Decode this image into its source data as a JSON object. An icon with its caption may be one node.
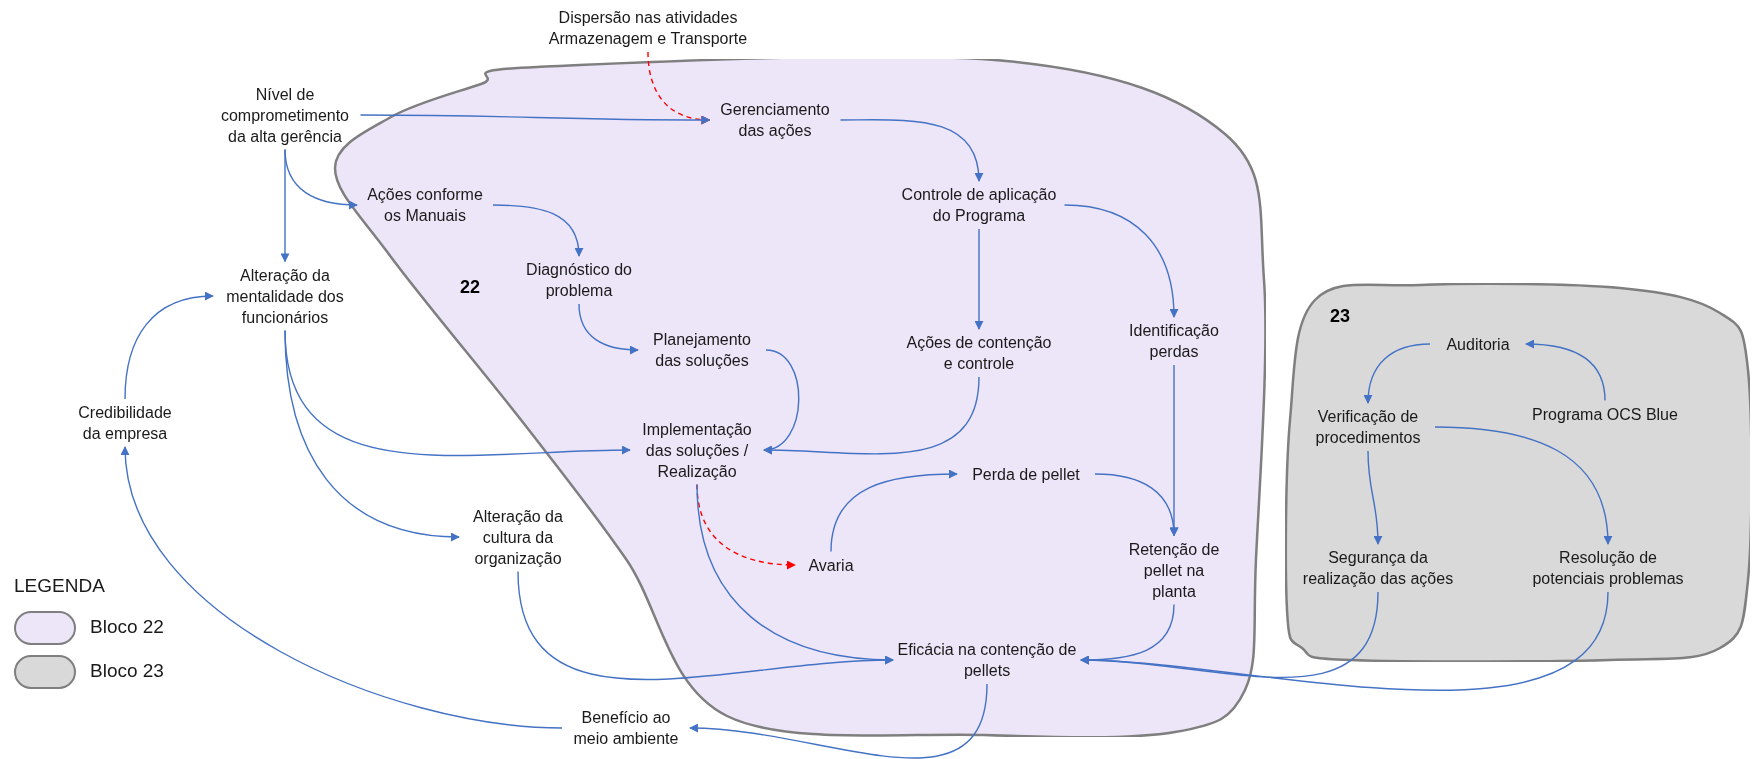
{
  "diagram": {
    "nodes": [
      {
        "text": [
          "Dispersão nas atividades Armazenagem e Transporte"
        ]
      },
      {
        "text": [
          "Nível de comprometimento da alta gerência"
        ]
      },
      {
        "text": [
          "22"
        ]
      },
      {
        "text": [
          "Gerenciamento das ações"
        ],
        "in": 2
      },
      {
        "text": [
          "Ações conforme os Manuais"
        ],
        "in": 2
      },
      {
        "text": [
          "Controle de aplicação do Programa"
        ],
        "in": 2
      },
      {
        "text": [
          "Diagnóstico do problema"
        ],
        "in": 2
      },
      {
        "text": [
          "Alteração da mentalidade dos funcionários"
        ]
      },
      {
        "text": [
          "Planejamento das soluções"
        ],
        "in": 2
      },
      {
        "text": [
          "Ações de contenção e controle"
        ],
        "in": 2
      },
      {
        "text": [
          "Identificação perdas"
        ],
        "in": 2
      },
      {
        "text": [
          "23"
        ]
      },
      {
        "text": [
          "Auditoria"
        ],
        "in": 11
      },
      {
        "text": [
          "Verificação de procedimentos"
        ],
        "in": 11
      },
      {
        "text": [
          "Programa OCS Blue"
        ],
        "in": 11
      },
      {
        "text": [
          "Credibilidade da empresa"
        ]
      },
      {
        "text": [
          "Implementação das soluções / Realização"
        ],
        "in": 2
      },
      {
        "text": [
          "Perda de pellet"
        ],
        "in": 2
      },
      {
        "text": [
          "Alteração da cultura da organização"
        ]
      },
      {
        "text": [
          "Avaria"
        ],
        "in": 2
      },
      {
        "text": [
          "Retenção de pellet na planta"
        ],
        "in": 2
      },
      {
        "text": [
          "Segurança da realização das ações"
        ],
        "in": 11
      },
      {
        "text": [
          "Resolução de potenciais problemas"
        ],
        "in": 11
      },
      {
        "text": [
          "Eficácia na contenção de pellets"
        ],
        "in": 2
      },
      {
        "text": [
          "Benefício ao meio ambiente"
        ]
      }
    ],
    "edges": [
      {
        "from": 0,
        "to": 3,
        "arrow": "to",
        "style": "dashed",
        "color": "#ff0000"
      },
      {
        "from": 1,
        "to": 3,
        "arrow": "to"
      },
      {
        "from": 1,
        "to": 4,
        "arrow": "to"
      },
      {
        "from": 1,
        "to": 7,
        "arrow": "to"
      },
      {
        "from": 3,
        "to": 5,
        "arrow": "to"
      },
      {
        "from": 4,
        "to": 6,
        "arrow": "to"
      },
      {
        "from": 5,
        "to": 9,
        "arrow": "to"
      },
      {
        "from": 5,
        "to": 10,
        "arrow": "to"
      },
      {
        "from": 6,
        "to": 8,
        "arrow": "to"
      },
      {
        "from": 8,
        "to": 16,
        "arrow": "to"
      },
      {
        "from": 9,
        "to": 16,
        "arrow": "to"
      },
      {
        "from": 7,
        "to": 16,
        "arrow": "to"
      },
      {
        "from": 7,
        "to": 18,
        "arrow": "to"
      },
      {
        "from": 10,
        "to": 20,
        "arrow": "to"
      },
      {
        "from": 15,
        "to": 7,
        "arrow": "to"
      },
      {
        "from": 16,
        "to": 19,
        "arrow": "to",
        "style": "dashed",
        "color": "#ff0000"
      },
      {
        "from": 16,
        "to": 23,
        "arrow": "to"
      },
      {
        "from": 19,
        "to": 17,
        "arrow": "to"
      },
      {
        "from": 17,
        "to": 20,
        "arrow": "to"
      },
      {
        "from": 20,
        "to": 23,
        "arrow": "to"
      },
      {
        "from": 18,
        "to": 23,
        "arrow": "to"
      },
      {
        "from": 23,
        "to": 24,
        "arrow": "to"
      },
      {
        "from": 24,
        "to": 15,
        "arrow": "to"
      },
      {
        "from": 14,
        "to": 12,
        "arrow": "to"
      },
      {
        "from": 12,
        "to": 13,
        "arrow": "to"
      },
      {
        "from": 13,
        "to": 21,
        "arrow": "to"
      },
      {
        "from": 13,
        "to": 22,
        "arrow": "to"
      },
      {
        "from": 21,
        "to": 23,
        "arrow": "to"
      },
      {
        "from": 22,
        "to": 23,
        "arrow": "to"
      }
    ],
    "labels": [
      "LEGENDA"
    ],
    "legend": [
      {
        "text": "Bloco 22",
        "color": "#ede5f8"
      },
      {
        "text": "Bloco 23",
        "color": "#d9d9d9"
      }
    ]
  }
}
